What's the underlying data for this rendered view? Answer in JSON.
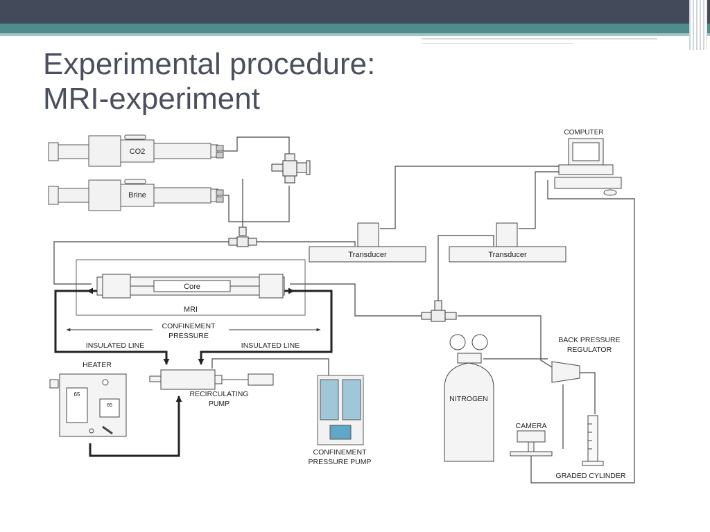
{
  "slide": {
    "title_line1": "Experimental procedure:",
    "title_line2": "MRI-experiment"
  },
  "diagram": {
    "labels": {
      "co2": "CO2",
      "brine": "Brine",
      "computer": "COMPUTER",
      "transducer_1": "Transducer",
      "transducer_2": "Transducer",
      "core": "Core",
      "mri": "MRI",
      "confinement_pressure_line1": "CONFINEMENT",
      "confinement_pressure_line2": "PRESSURE",
      "insulated_line_left": "INSULATED LINE",
      "insulated_line_right": "INSULATED LINE",
      "heater": "HEATER",
      "recirculating_pump_line1": "RECIRCULATING",
      "recirculating_pump_line2": "PUMP",
      "confinement_pressure_pump_line1": "CONFINEMENT",
      "confinement_pressure_pump_line2": "PRESSURE PUMP",
      "back_pressure_regulator_line1": "BACK PRESSURE",
      "back_pressure_regulator_line2": "REGULATOR",
      "nitrogen": "NITROGEN",
      "camera": "CAMERA",
      "graded_cylinder": "GRADED CYLINDER",
      "heater_display_1": "65",
      "heater_display_2": "65"
    }
  },
  "colors": {
    "header_dark": "#434a5a",
    "header_teal": "#4f8c8c",
    "title_text": "#4a4f5e"
  }
}
